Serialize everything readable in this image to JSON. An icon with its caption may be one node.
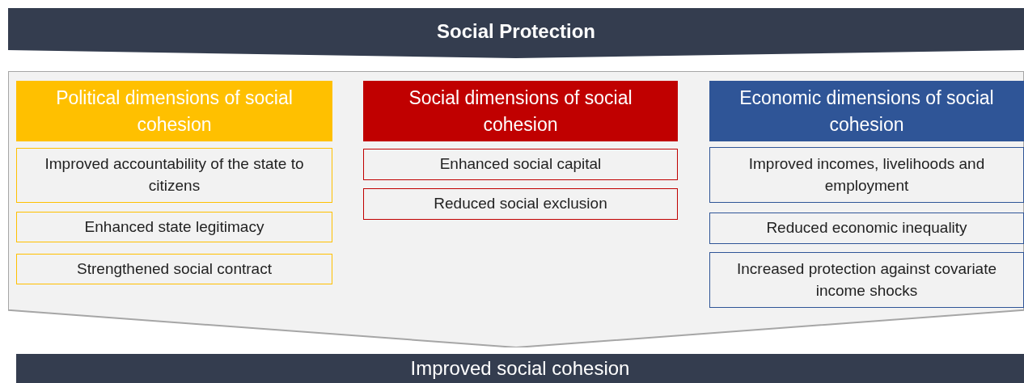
{
  "diagram": {
    "nodes": [
      {
        "text": [
          "Social Protection"
        ]
      },
      {
        "text": [],
        "shape": "box"
      },
      {
        "text": [
          "Political dimensions of social cohesion"
        ],
        "in": 1
      },
      {
        "text": [
          "Improved accountability of the state to citizens"
        ],
        "in": 1
      },
      {
        "text": [
          "Enhanced state legitimacy"
        ],
        "in": 1
      },
      {
        "text": [
          "Strengthened social contract"
        ],
        "in": 1
      },
      {
        "text": [
          "Social dimensions of social cohesion"
        ],
        "in": 1
      },
      {
        "text": [
          "Enhanced social capital"
        ],
        "in": 1
      },
      {
        "text": [
          "Reduced social exclusion"
        ],
        "in": 1
      },
      {
        "text": [
          "Economic dimensions of social cohesion"
        ],
        "in": 1
      },
      {
        "text": [
          "Improved incomes, livelihoods and employment"
        ],
        "in": 1
      },
      {
        "text": [
          "Reduced economic inequality"
        ],
        "in": 1
      },
      {
        "text": [
          "Increased protection against covariate income shocks"
        ],
        "in": 1
      },
      {
        "text": [
          "Improved social cohesion"
        ]
      }
    ],
    "edges": []
  }
}
